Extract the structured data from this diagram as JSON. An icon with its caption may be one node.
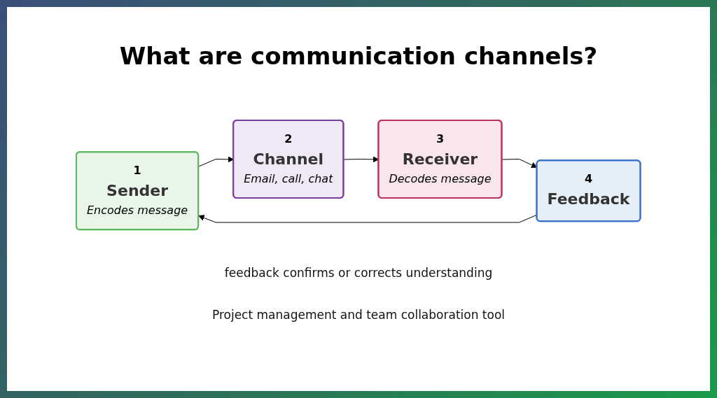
{
  "diagram": {
    "title": "What are communication channels?",
    "nodes": [
      {
        "text": [
          "1",
          "Sender",
          "Encodes message"
        ]
      },
      {
        "text": [
          "2",
          "Channel",
          "Email, call, chat"
        ]
      },
      {
        "text": [
          "3",
          "Receiver",
          "Decodes message"
        ]
      },
      {
        "text": [
          "4",
          "Feedback"
        ]
      }
    ],
    "edges": [
      {
        "from": 0,
        "to": 1,
        "arrow": "to"
      },
      {
        "from": 1,
        "to": 2,
        "arrow": "to"
      },
      {
        "from": 2,
        "to": 3,
        "arrow": "to"
      },
      {
        "from": 3,
        "to": 0,
        "arrow": "to"
      }
    ],
    "labels": [
      "feedback confirms or corrects understanding",
      "Project management and team collaboration tool"
    ]
  }
}
